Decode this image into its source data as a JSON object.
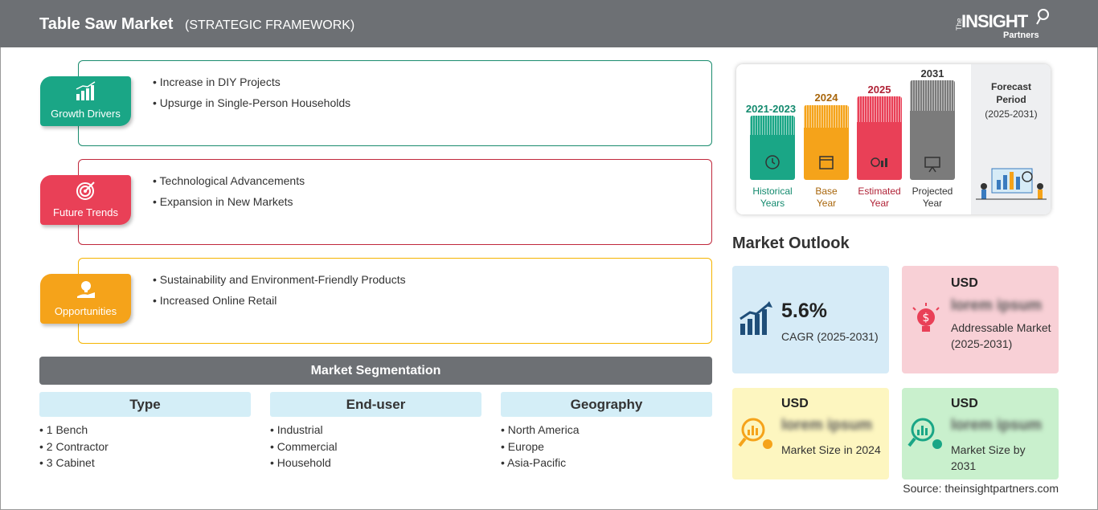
{
  "header": {
    "title": "Table Saw Market",
    "subtitle": "(STRATEGIC FRAMEWORK)",
    "logo": {
      "the": "The",
      "insight": "INSIGHT",
      "partners": "Partners"
    }
  },
  "framework": [
    {
      "label": "Growth Drivers",
      "icon": "bar-chart-growth-icon",
      "color": "#1aa686",
      "border": "#1a8c6e",
      "items": [
        "Increase in DIY Projects",
        "Upsurge in Single-Person Households"
      ]
    },
    {
      "label": "Future Trends",
      "icon": "target-icon",
      "color": "#e94057",
      "border": "#c0283c",
      "items": [
        "Technological Advancements",
        "Expansion in New Markets"
      ]
    },
    {
      "label": "Opportunities",
      "icon": "lightbulb-hand-icon",
      "color": "#f5a31a",
      "border": "#f5b400",
      "items": [
        "Sustainability and Environment-Friendly Products",
        "Increased Online Retail"
      ]
    }
  ],
  "segmentation": {
    "title": "Market Segmentation",
    "columns": [
      {
        "title": "Type",
        "items": [
          "1 Bench",
          "2 Contractor",
          "3 Cabinet"
        ]
      },
      {
        "title": "End-user",
        "items": [
          "Industrial",
          "Commercial",
          "Household"
        ]
      },
      {
        "title": "Geography",
        "items": [
          "North America",
          "Europe",
          "Asia-Pacific"
        ]
      }
    ]
  },
  "timeline": {
    "columns": [
      {
        "year": "2021-2023",
        "caption_1": "Historical",
        "caption_2": "Years",
        "color": "#1aa686",
        "year_color": "#138a6e",
        "icon": "history-clock-icon"
      },
      {
        "year": "2024",
        "caption_1": "Base",
        "caption_2": "Year",
        "color": "#f5a31a",
        "year_color": "#a8650a",
        "icon": "calendar-icon"
      },
      {
        "year": "2025",
        "caption_1": "Estimated",
        "caption_2": "Year",
        "color": "#e94057",
        "year_color": "#b02236",
        "icon": "gear-chart-icon"
      },
      {
        "year": "2031",
        "caption_1": "Projected",
        "caption_2": "Year",
        "color": "#7b7b7b",
        "year_color": "#333333",
        "icon": "presentation-icon"
      }
    ],
    "forecast": {
      "line1": "Forecast",
      "line2": "Period",
      "line3": "(2025-2031)"
    }
  },
  "outlook": {
    "title": "Market Outlook",
    "cagr": {
      "value": "5.6%",
      "label": "CAGR (2025-2031)",
      "color": "#d6ebf7"
    },
    "addressable": {
      "currency": "USD",
      "value": "lorem ipsum",
      "label": "Addressable Market (2025-2031)",
      "color": "#f8d0d6"
    },
    "size_2024": {
      "currency": "USD",
      "value": "lorem ipsum",
      "label": "Market Size in 2024",
      "color": "#fdf6c0"
    },
    "size_2031": {
      "currency": "USD",
      "value": "lorem ipsum",
      "label": "Market Size by 2031",
      "color": "#c9f0cd"
    }
  },
  "source": "Source: theinsightpartners.com"
}
